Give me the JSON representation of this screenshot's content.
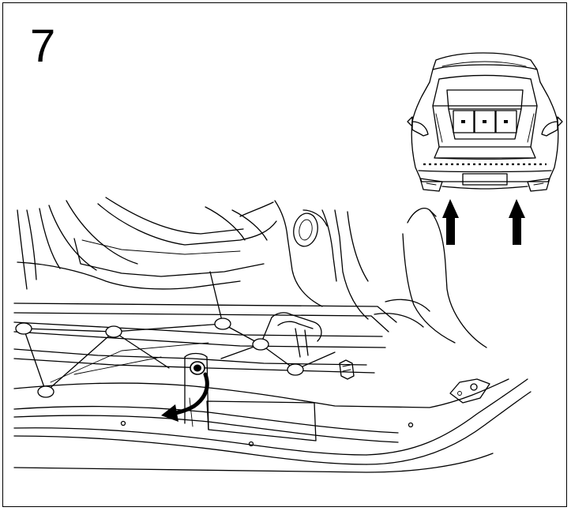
{
  "step": {
    "number": "7"
  },
  "illustration": {
    "main_view": "underbody-rear-bumper-fastener",
    "inset_view": "vehicle-rear-open-tailgate",
    "colors": {
      "line": "#000000",
      "background": "#ffffff"
    }
  }
}
